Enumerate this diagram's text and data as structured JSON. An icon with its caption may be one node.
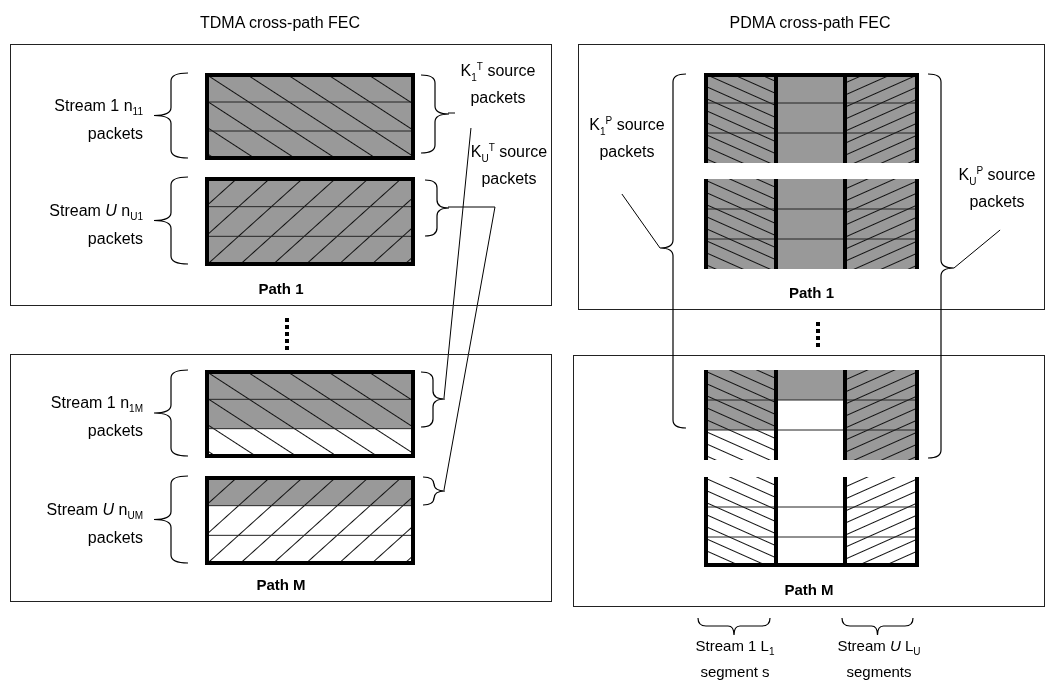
{
  "diagram": {
    "nodes": [
      {
        "text": [
          "Path 1"
        ]
      },
      {
        "text": [],
        "shape": "box",
        "in": 0,
        "beside": [
          "Stream 1 n$_{11}$ packets"
        ]
      },
      {
        "text": [],
        "shape": "box",
        "in": 0,
        "beside": [
          "Stream *U* n$_{U1}$ packets"
        ]
      },
      {
        "text": [],
        "shape": "brace",
        "in": 0
      },
      {
        "text": [],
        "shape": "brace",
        "in": 0
      },
      {
        "text": [
          "K$_{1}$$^{T}$ source packets"
        ],
        "in": 0
      },
      {
        "text": [
          "K$_{U}$$^{T}$ source packets"
        ],
        "in": 0
      },
      {
        "text": [
          "Path M"
        ]
      },
      {
        "text": [],
        "shape": "box",
        "in": 7,
        "beside": [
          "Stream 1 n$_{1M}$ packets"
        ]
      },
      {
        "text": [],
        "shape": "box",
        "in": 7,
        "beside": [
          "Stream *U* n$_{UM}$ packets"
        ]
      },
      {
        "text": [],
        "shape": "brace",
        "in": 7
      },
      {
        "text": [],
        "shape": "brace",
        "in": 7
      },
      {
        "text": [
          "Path 1"
        ]
      },
      {
        "text": [],
        "shape": "box",
        "in": 12
      },
      {
        "text": [],
        "shape": "box",
        "in": 12
      },
      {
        "text": [
          "Path M"
        ]
      },
      {
        "text": [],
        "shape": "box",
        "in": 15
      },
      {
        "text": [],
        "shape": "box",
        "in": 15
      },
      {
        "text": [
          "K$_{1}$$^{P}$ source packets"
        ],
        "in": 12
      },
      {
        "text": [],
        "shape": "brace"
      },
      {
        "text": [
          "K$_{U}$$^{P}$ source packets"
        ],
        "in": 12
      },
      {
        "text": [],
        "shape": "brace"
      }
    ],
    "edges": [
      {
        "from": 5,
        "to": 3,
        "arrow": "none"
      },
      {
        "from": 5,
        "to": 10,
        "arrow": "none"
      },
      {
        "from": 6,
        "to": 4,
        "arrow": "none"
      },
      {
        "from": 6,
        "to": 11,
        "arrow": "none"
      },
      {
        "from": 18,
        "to": 19,
        "arrow": "none"
      },
      {
        "from": 20,
        "to": 21,
        "arrow": "none"
      }
    ],
    "labels": [
      "TDMA cross-path FEC",
      "PDMA cross-path FEC",
      "Stream 1 L$_{1}$ segment s",
      "Stream *U* L$_{U}$ segments"
    ]
  }
}
